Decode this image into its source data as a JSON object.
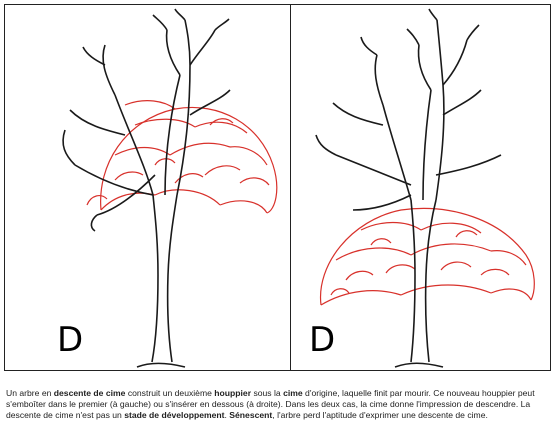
{
  "panels": [
    {
      "letter": "D"
    },
    {
      "letter": "D"
    }
  ],
  "caption": [
    {
      "t": "Un arbre en ",
      "b": false
    },
    {
      "t": "descente de cime",
      "b": true
    },
    {
      "t": " construit un deuxième ",
      "b": false
    },
    {
      "t": "houppier",
      "b": true
    },
    {
      "t": " sous la ",
      "b": false
    },
    {
      "t": "cime",
      "b": true
    },
    {
      "t": " d'origine, laquelle finit par mourir. Ce nouveau houppier peut s'emboîter dans le premier (à gauche) ou s'insérer en dessous (à droite). Dans les deux cas, la cime donne l'impression de descendre. La descente de cime n'est pas un ",
      "b": false
    },
    {
      "t": "stade de développement",
      "b": true
    },
    {
      "t": ". ",
      "b": false
    },
    {
      "t": "Sénescent",
      "b": true
    },
    {
      "t": ", l'arbre perd l'aptitude d'exprimer une descente de cime.",
      "b": false
    }
  ],
  "colors": {
    "old_crown": "#1a1a1a",
    "new_crown": "#d8312b"
  }
}
